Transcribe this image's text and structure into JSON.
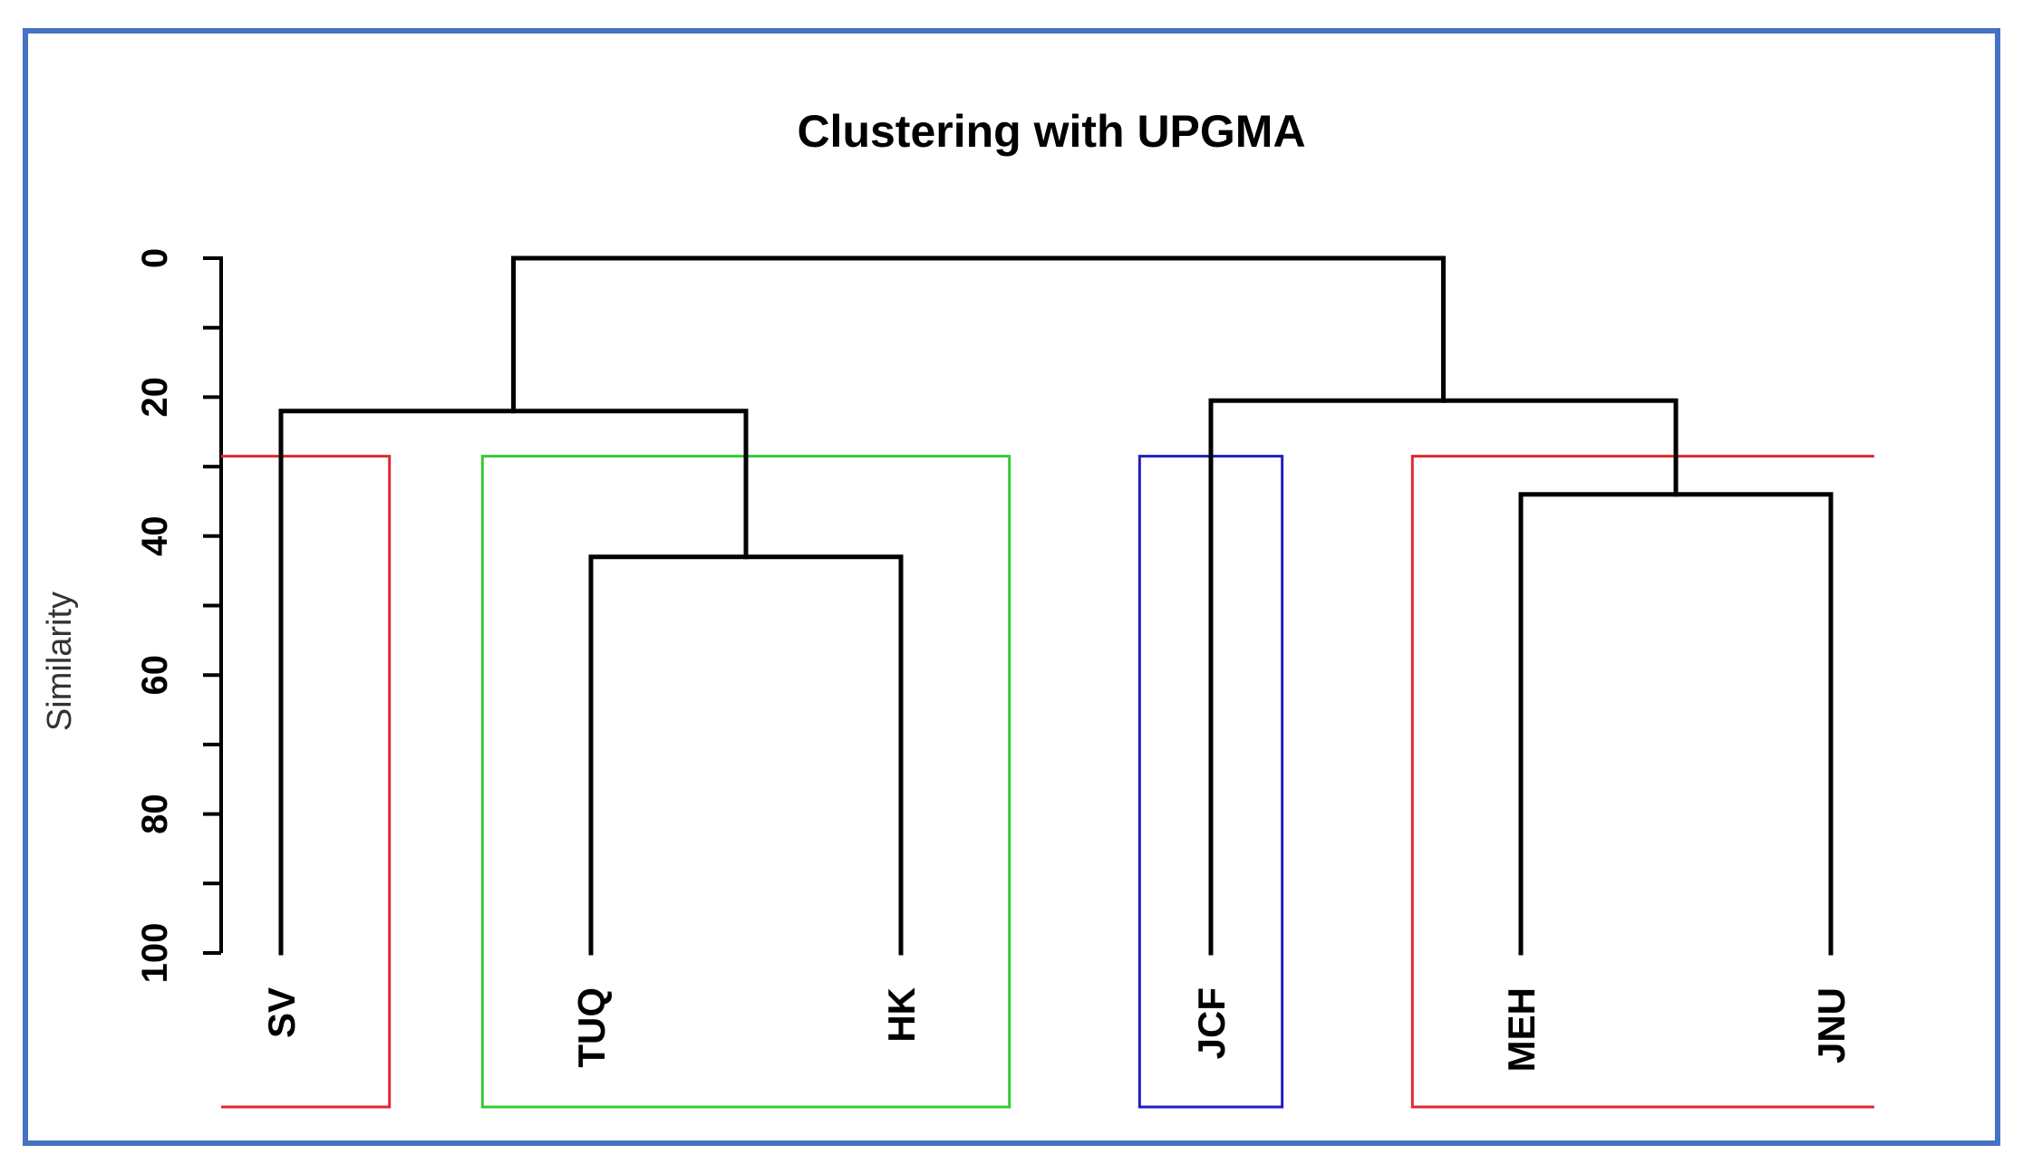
{
  "chart_data": {
    "type": "dendrogram",
    "title": "Clustering with UPGMA",
    "ylabel": "Similarity",
    "ylim": [
      0,
      100
    ],
    "yticks": [
      0,
      20,
      40,
      60,
      80,
      100
    ],
    "y_minor_ticks": [
      10,
      30,
      50,
      70,
      90
    ],
    "leaves": [
      "SV",
      "TUQ",
      "HK",
      "JCF",
      "MEH",
      "JNU"
    ],
    "merges": [
      {
        "left": "TUQ",
        "right": "HK",
        "height": 43
      },
      {
        "left": "MEH",
        "right": "JNU",
        "height": 34
      },
      {
        "left": "SV",
        "right": "TUQ+HK",
        "height": 22
      },
      {
        "left": "JCF",
        "right": "MEH+JNU",
        "height": 20.5
      },
      {
        "left": "SV+TUQ+HK",
        "right": "JCF+MEH+JNU",
        "height": 0
      }
    ],
    "cut_height": 28.5,
    "clusters": [
      {
        "members": [
          "SV"
        ],
        "color": "#e0282e"
      },
      {
        "members": [
          "TUQ",
          "HK"
        ],
        "color": "#33cc33"
      },
      {
        "members": [
          "JCF"
        ],
        "color": "#2020c0"
      },
      {
        "members": [
          "MEH",
          "JNU"
        ],
        "color": "#e0282e"
      }
    ],
    "branch_color": "#000000",
    "frame_color": "#4472c4"
  }
}
